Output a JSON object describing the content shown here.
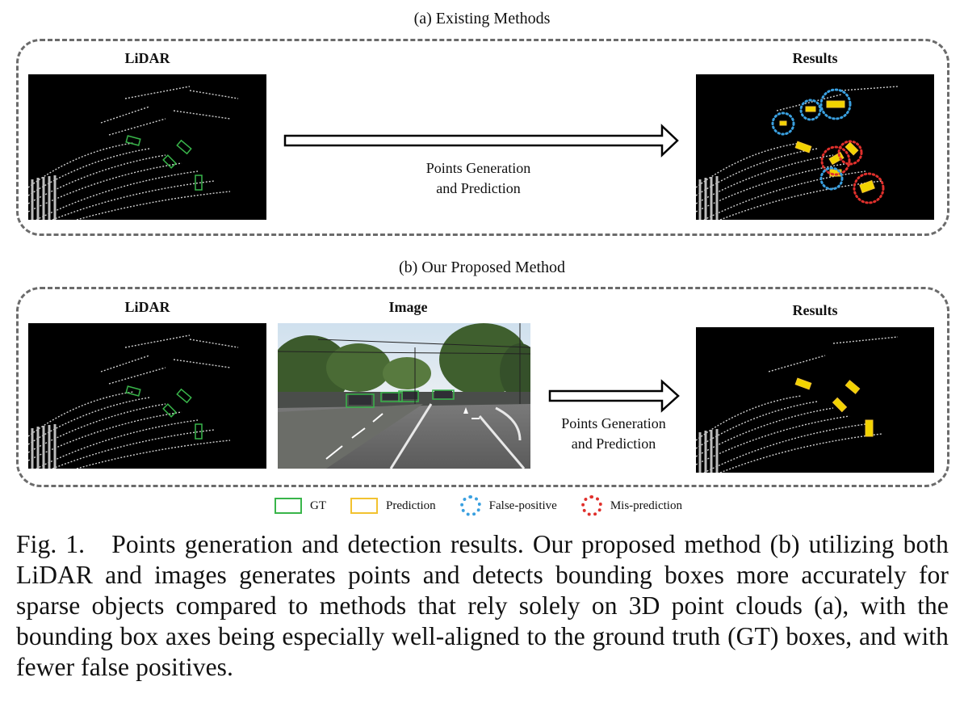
{
  "section_a": {
    "title": "(a) Existing Methods",
    "lidar_label": "LiDAR",
    "results_label": "Results",
    "arrow_text_line1": "Points Generation",
    "arrow_text_line2": "and Prediction"
  },
  "section_b": {
    "title": "(b) Our Proposed Method",
    "lidar_label": "LiDAR",
    "image_label": "Image",
    "results_label": "Results",
    "arrow_text_line1": "Points Generation",
    "arrow_text_line2": "and Prediction"
  },
  "legend": [
    {
      "label": "GT",
      "color": "#39b54a",
      "style": "box"
    },
    {
      "label": "Prediction",
      "color": "#f2c230",
      "style": "box"
    },
    {
      "label": "False-positive",
      "color": "#3aa0e0",
      "style": "dotted-circle"
    },
    {
      "label": "Mis-prediction",
      "color": "#e0302c",
      "style": "dotted-circle"
    }
  ],
  "caption": {
    "text": "Fig. 1.   Points generation and detection results. Our proposed method (b) utilizing both LiDAR and images generates points and detects bounding boxes more accurately for sparse objects compared to methods that rely solely on 3D point clouds (a), with the bounding box axes being especially well-aligned to the ground truth (GT) boxes, and with fewer false positives."
  }
}
